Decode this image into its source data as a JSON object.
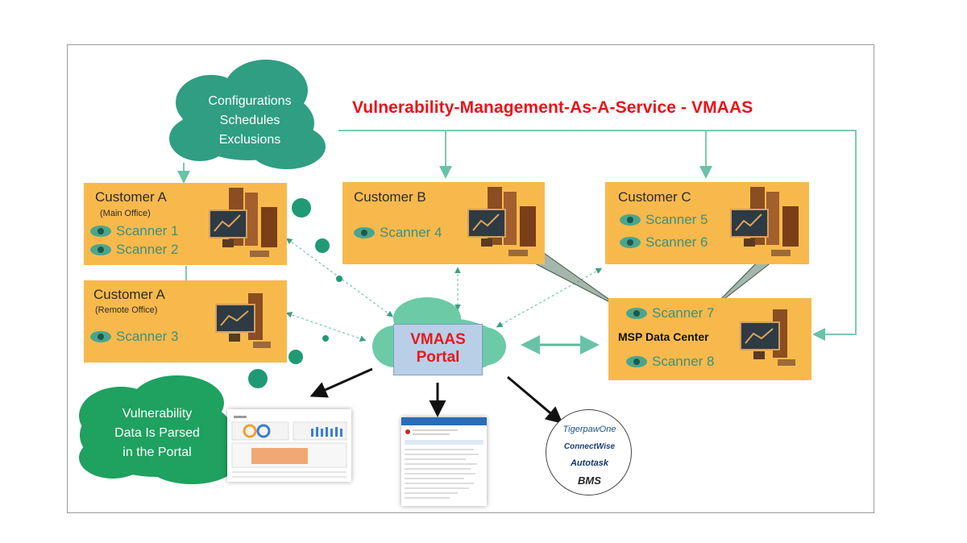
{
  "title": "Vulnerability-Management-As-A-Service - VMAAS",
  "config_cloud": {
    "lines": [
      "Configurations",
      "Schedules",
      "Exclusions"
    ]
  },
  "vuln_cloud": {
    "lines": [
      "Vulnerability",
      "Data Is Parsed",
      "in the Portal"
    ]
  },
  "portal": {
    "line1": "VMAAS",
    "line2": "Portal"
  },
  "customer_a_main": {
    "title": "Customer A",
    "subtitle": "(Main Office)",
    "scanners": [
      "Scanner 1",
      "Scanner 2"
    ]
  },
  "customer_a_remote": {
    "title": "Customer A",
    "subtitle": "(Remote Office)",
    "scanners": [
      "Scanner 3"
    ]
  },
  "customer_b": {
    "title": "Customer B",
    "scanners": [
      "Scanner 4"
    ]
  },
  "customer_c": {
    "title": "Customer C",
    "scanners": [
      "Scanner 5",
      "Scanner 6"
    ]
  },
  "msp": {
    "title": "MSP Data Center",
    "scanners": [
      "Scanner 7",
      "Scanner 8"
    ]
  },
  "integrations": {
    "logos": [
      "TigerpawOne",
      "ConnectWise",
      "Autotask",
      "BMS"
    ]
  },
  "colors": {
    "title_red": "#e8141a",
    "box_orange": "#f8b94c",
    "cloud_green": "#2f9e82",
    "scanner_teal": "#3e8f7d",
    "connector": "#69c2a8"
  }
}
